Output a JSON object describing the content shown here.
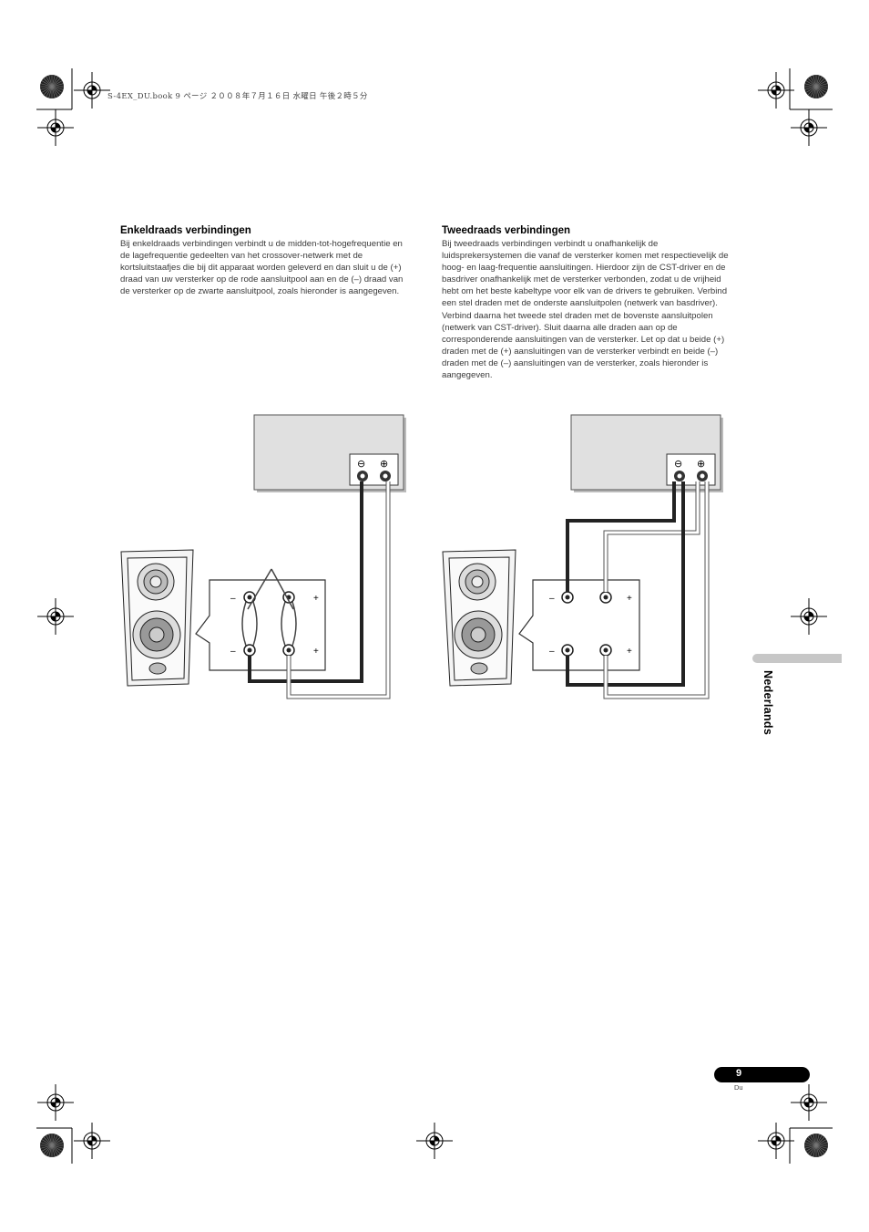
{
  "header": {
    "file_info": "S-4EX_DU.book  9 ページ  ２００８年７月１６日  水曜日  午後２時５分"
  },
  "left_section": {
    "title": "Enkeldraads verbindingen",
    "body": "Bij enkeldraads verbindingen verbindt u de midden-tot-hogefrequentie en de lagefrequentie gedeelten van het crossover-netwerk met de kortsluitstaafjes die bij dit apparaat worden geleverd en dan sluit u de (+) draad van uw versterker op de rode aansluitpool aan en de (–) draad van de versterker op de zwarte aansluitpool, zoals hieronder is aangegeven."
  },
  "right_section": {
    "title": "Tweedraads verbindingen",
    "body": "Bij tweedraads verbindingen verbindt u onafhankelijk de luidsprekersystemen die vanaf de versterker komen met respectievelijk de hoog- en laag-frequentie aansluitingen. Hierdoor zijn de CST-driver en de basdriver onafhankelijk met de versterker verbonden, zodat u de vrijheid hebt om het beste kabeltype voor elk van de drivers te gebruiken. Verbind een stel draden met de onderste aansluitpolen (netwerk van basdriver). Verbind daarna het tweede stel draden met de bovenste aansluitpolen (netwerk van CST-driver). Sluit daarna alle draden aan op de corresponderende aansluitingen van de versterker. Let op dat u beide (+) draden met de (+) aansluitingen van de versterker verbindt en beide (–) draden met de (–) aansluitingen van de versterker, zoals hieronder is aangegeven."
  },
  "diagram": {
    "minus": "–",
    "plus": "+",
    "amp_minus_symbol": "⊖",
    "amp_plus_symbol": "⊕"
  },
  "side_tab": {
    "label": "Nederlands"
  },
  "footer": {
    "page_number": "9",
    "language_code": "Du"
  }
}
